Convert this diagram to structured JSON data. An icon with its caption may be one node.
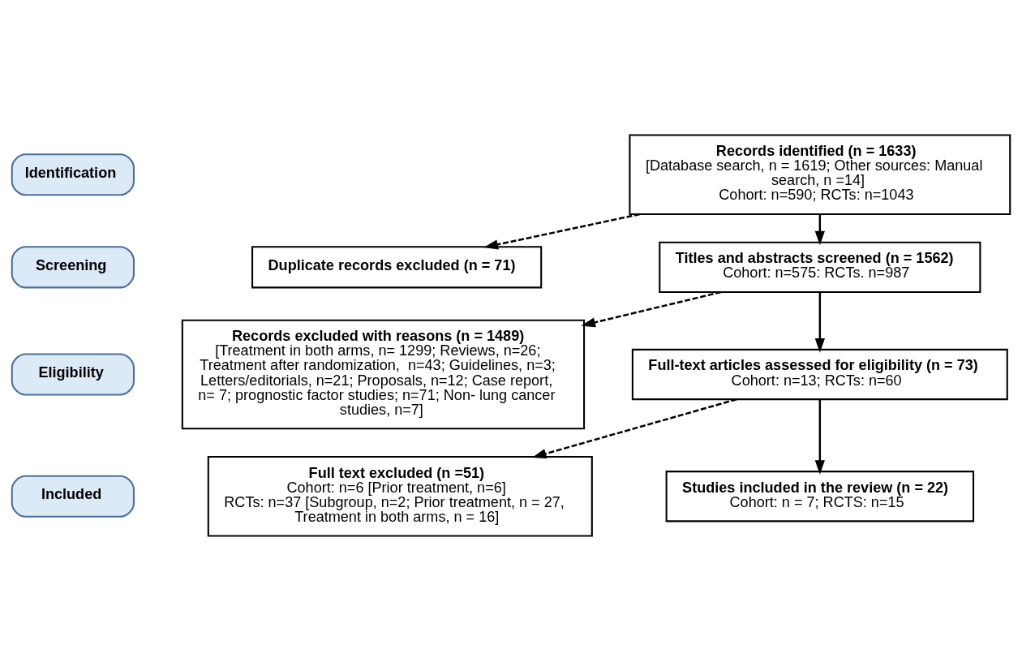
{
  "diagram": {
    "nodes": [
      {
        "text": [
          "Identification"
        ]
      },
      {
        "text": [
          "Screening"
        ]
      },
      {
        "text": [
          "Eligibility"
        ]
      },
      {
        "text": [
          "Included"
        ]
      },
      {
        "text": [
          "Records identified (n = 1633)",
          "[Database search, n = 1619; Other sources: Manual search, n =14]",
          "Cohort: n=590; RCTs: n=1043"
        ]
      },
      {
        "text": [
          "Duplicate records excluded (n = 71)"
        ]
      },
      {
        "text": [
          "Titles and abstracts screened (n = 1562)",
          "Cohort: n=575: RCTs. n=987"
        ]
      },
      {
        "text": [
          "Records excluded with reasons (n = 1489)",
          "[Treatment in both arms, n= 1299; Reviews, n=26; Treatment after randomization,  n=43; Guidelines, n=3; Letters/editorials, n=21; Proposals, n=12; Case report, n= 7; prognostic factor studies; n=71; Non- lung cancer studies, n=7]"
        ]
      },
      {
        "text": [
          "Full-text articles assessed for eligibility (n = 73)",
          "Cohort: n=13; RCTs: n=60"
        ]
      },
      {
        "text": [
          "Full text excluded (n =51)",
          "Cohort: n=6 [Prior treatment, n=6]",
          "RCTs: n=37 [Subgroup, n=2; Prior treatment, n = 27, Treatment in both arms, n = 16]"
        ]
      },
      {
        "text": [
          "Studies included in the review (n = 22)",
          "Cohort: n = 7; RCTS: n=15"
        ]
      }
    ],
    "edges": [
      {
        "from": 4,
        "to": 5,
        "arrow": "to",
        "style": "dashed"
      },
      {
        "from": 4,
        "to": 6,
        "arrow": "to"
      },
      {
        "from": 6,
        "to": 7,
        "arrow": "to",
        "style": "dashed"
      },
      {
        "from": 6,
        "to": 8,
        "arrow": "to"
      },
      {
        "from": 8,
        "to": 9,
        "arrow": "to",
        "style": "dashed"
      },
      {
        "from": 8,
        "to": 10,
        "arrow": "to"
      }
    ]
  }
}
